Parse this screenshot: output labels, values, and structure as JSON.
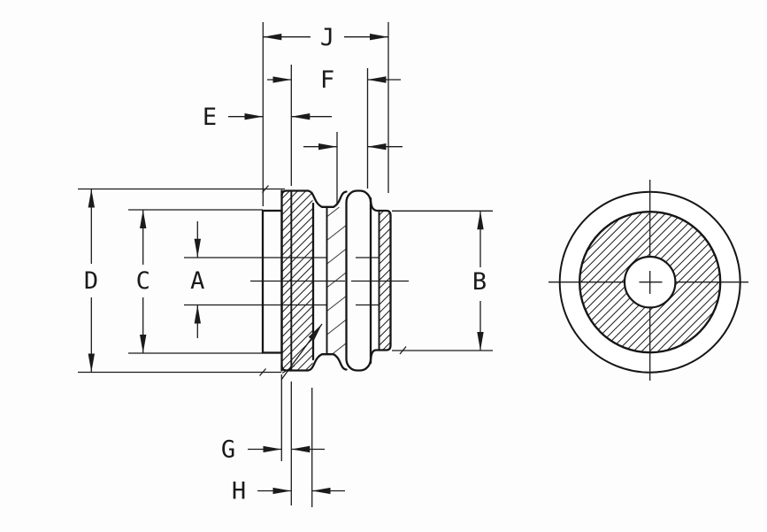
{
  "drawing": {
    "type_note": "two-view engineering dimension drawing of a grommet (side section view and front view)",
    "dimension_labels": {
      "a": "A",
      "b": "B",
      "c": "C",
      "d": "D",
      "e": "E",
      "f": "F",
      "g": "G",
      "h": "H",
      "j": "J"
    },
    "colors": {
      "ink": "#1b1b1b",
      "paper": "#fdfdfd"
    }
  }
}
